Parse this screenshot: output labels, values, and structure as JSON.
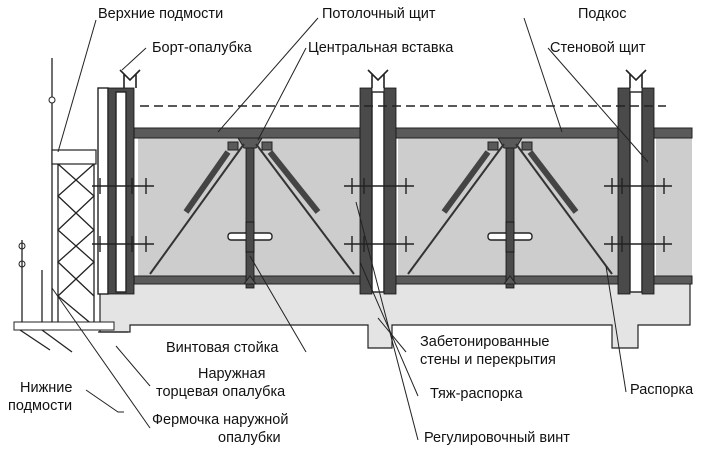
{
  "labels": {
    "upper_scaffold": "Верхние подмости",
    "side_formwork": "Борт-опалубка",
    "ceiling_shield": "Потолочный щит",
    "central_insert": "Центральная вставка",
    "brace": "Подкос",
    "wall_shield": "Стеновой щит",
    "screw_prop": "Винтовая стойка",
    "outer_end_formwork_line1": "Наружная",
    "outer_end_formwork_line2": "торцевая опалубка",
    "outer_formwork_truss_line1": "Фермочка наружной",
    "outer_formwork_truss_line2": "опалубки",
    "concreted_walls_line1": "Забетонированные",
    "concreted_walls_line2": "стены и перекрытия",
    "tie_spacer": "Тяж-распорка",
    "adjusting_screw": "Регулировочный винт",
    "spacer": "Распорка",
    "lower_scaffold_line1": "Нижние",
    "lower_scaffold_line2": "подмости"
  },
  "colors": {
    "panel": "#cdcdcd",
    "frame": "#5a5a5a",
    "concrete": "#e4e4e4",
    "ink": "#222222"
  }
}
